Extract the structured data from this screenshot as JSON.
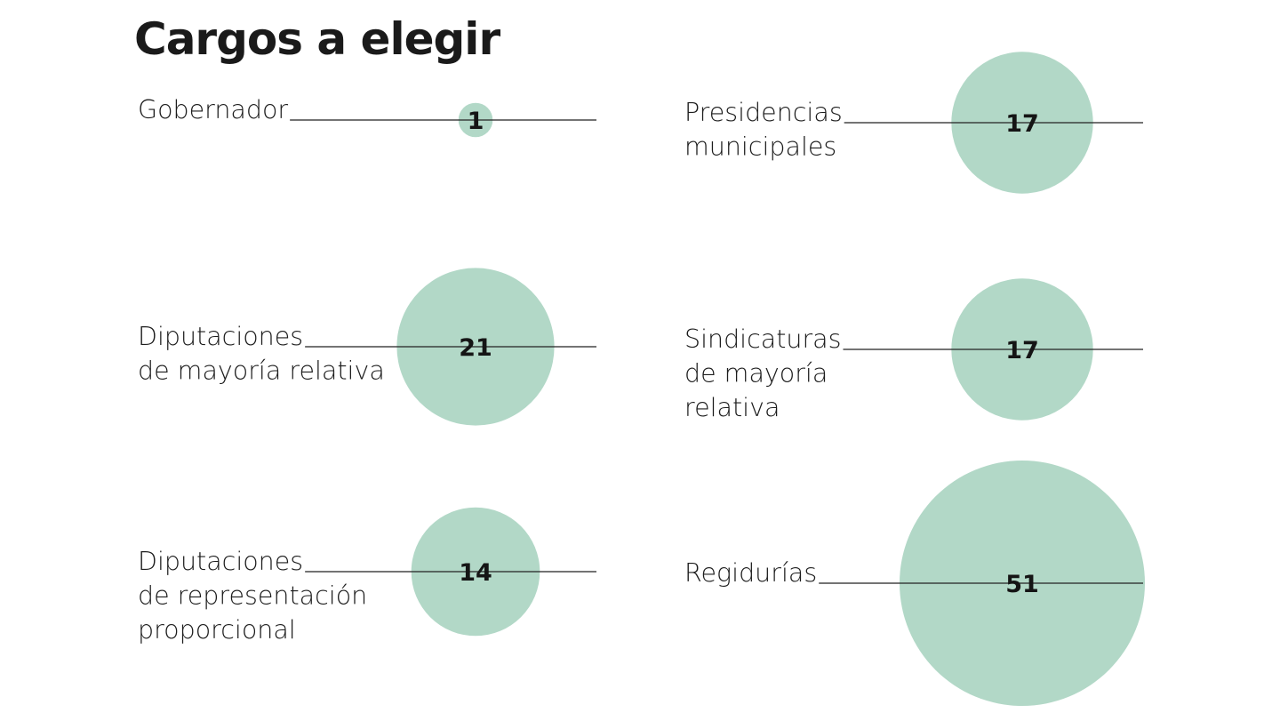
{
  "title": "Cargos a elegir",
  "colors": {
    "bubble": "#b2d8c7",
    "line": "#222222",
    "text": "#1c1c1c"
  },
  "chart_data": {
    "type": "bubble",
    "title": "Cargos a elegir",
    "items": [
      {
        "label": [
          "Gobernador"
        ],
        "value": 1
      },
      {
        "label": [
          "Presidencias",
          "municipales"
        ],
        "value": 17
      },
      {
        "label": [
          "Diputaciones",
          "de mayoría relativa"
        ],
        "value": 21
      },
      {
        "label": [
          "Sindicaturas",
          "de mayoría",
          "relativa"
        ],
        "value": 17
      },
      {
        "label": [
          "Diputaciones",
          "de representación",
          "proporcional"
        ],
        "value": 14
      },
      {
        "label": [
          "Regidurías"
        ],
        "value": 51
      }
    ]
  }
}
